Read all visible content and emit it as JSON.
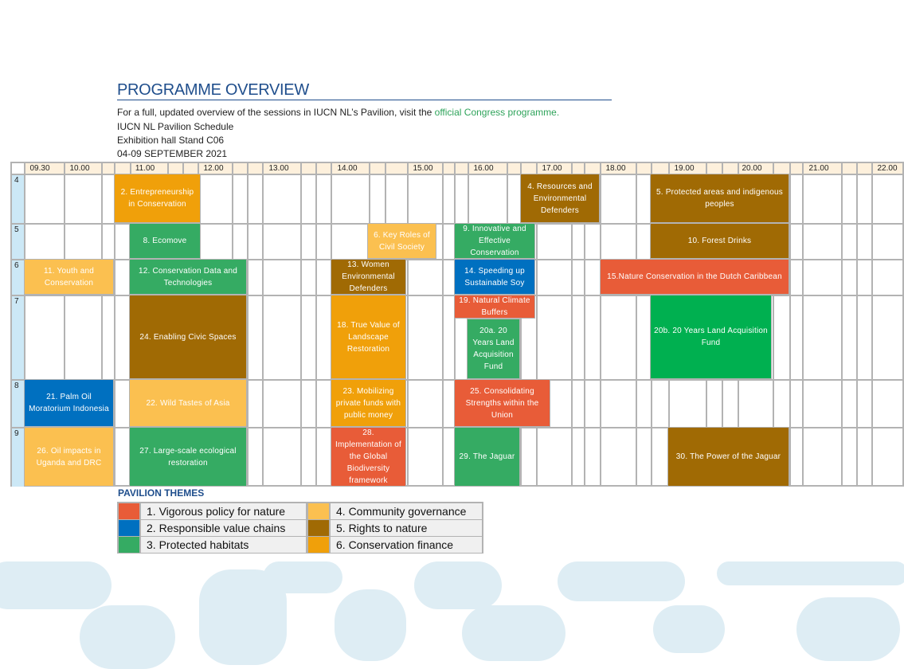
{
  "header": {
    "title": "PROGRAMME OVERVIEW",
    "intro": "For a full, updated overview of the sessions in IUCN NL’s Pavilion, visit the ",
    "intro_link": "official Congress programme.",
    "schedule": "IUCN NL Pavilion Schedule",
    "location": "Exhibition hall Stand C06",
    "dates": "04-09 SEPTEMBER 2021"
  },
  "times": [
    "09.30",
    "10.00",
    "11.00",
    "12.00",
    "13.00",
    "14.00",
    "15.00",
    "16.00",
    "17.00",
    "18.00",
    "19.00",
    "20.00",
    "21.00",
    "22.00"
  ],
  "days": [
    "4",
    "5",
    "6",
    "7",
    "8",
    "9"
  ],
  "colors": {
    "policy": "#e85c38",
    "value_chains": "#0070c0",
    "habitats": "#35ab63",
    "community": "#fbc050",
    "rights": "#a06a04",
    "finance": "#f0a00a",
    "habitats_alt": "#00b050"
  },
  "sessions": [
    {
      "label": "2. Entrepreneurship in Conservation",
      "theme": "finance"
    },
    {
      "label": "4. Resources and Environmental Defenders",
      "theme": "rights"
    },
    {
      "label": "5. Protected areas and indigenous peoples",
      "theme": "rights"
    },
    {
      "label": "8. Ecomove",
      "theme": "habitats"
    },
    {
      "label": "6. Key Roles of Civil Society",
      "theme": "community"
    },
    {
      "label": "9. Innovative and Effective Conservation",
      "theme": "habitats"
    },
    {
      "label": "10. Forest Drinks",
      "theme": "rights"
    },
    {
      "label": "11. Youth and Conservation",
      "theme": "community"
    },
    {
      "label": "12. Conservation Data and Technologies",
      "theme": "habitats"
    },
    {
      "label": "13. Women Environmental Defenders",
      "theme": "rights"
    },
    {
      "label": "14. Speeding up Sustainable Soy",
      "theme": "value_chains"
    },
    {
      "label": "15.Nature Conservation in the Dutch Caribbean",
      "theme": "policy"
    },
    {
      "label": "24. Enabling Civic Spaces",
      "theme": "rights"
    },
    {
      "label": "18. True Value of Landscape Restoration",
      "theme": "finance"
    },
    {
      "label": "19. Natural Climate Buffers",
      "theme": "policy"
    },
    {
      "label": "20a. 20 Years Land Acquisition Fund",
      "theme": "habitats"
    },
    {
      "label": "20b. 20 Years Land Acquisition Fund",
      "theme": "habitats_alt"
    },
    {
      "label": "21. Palm Oil Moratorium Indonesia",
      "theme": "value_chains"
    },
    {
      "label": "22. Wild Tastes of Asia",
      "theme": "community"
    },
    {
      "label": "23. Mobilizing private funds with public money",
      "theme": "finance"
    },
    {
      "label": "25. Consolidating Strengths within the Union",
      "theme": "policy"
    },
    {
      "label": "26. Oil impacts in Uganda and DRC",
      "theme": "community"
    },
    {
      "label": "27. Large-scale ecological restoration",
      "theme": "habitats"
    },
    {
      "label": "28. Implementation of the Global Biodiversity framework",
      "theme": "policy"
    },
    {
      "label": "29. The Jaguar",
      "theme": "habitats"
    },
    {
      "label": "30. The Power of the Jaguar",
      "theme": "rights"
    }
  ],
  "legend": {
    "title": "PAVILION THEMES",
    "items": [
      {
        "label": "1. Vigorous policy for nature",
        "theme": "policy"
      },
      {
        "label": "2. Responsible value chains",
        "theme": "value_chains"
      },
      {
        "label": "3. Protected habitats",
        "theme": "habitats"
      },
      {
        "label": "4. Community governance",
        "theme": "community"
      },
      {
        "label": "5. Rights to nature",
        "theme": "rights"
      },
      {
        "label": "6. Conservation finance",
        "theme": "finance"
      }
    ]
  }
}
